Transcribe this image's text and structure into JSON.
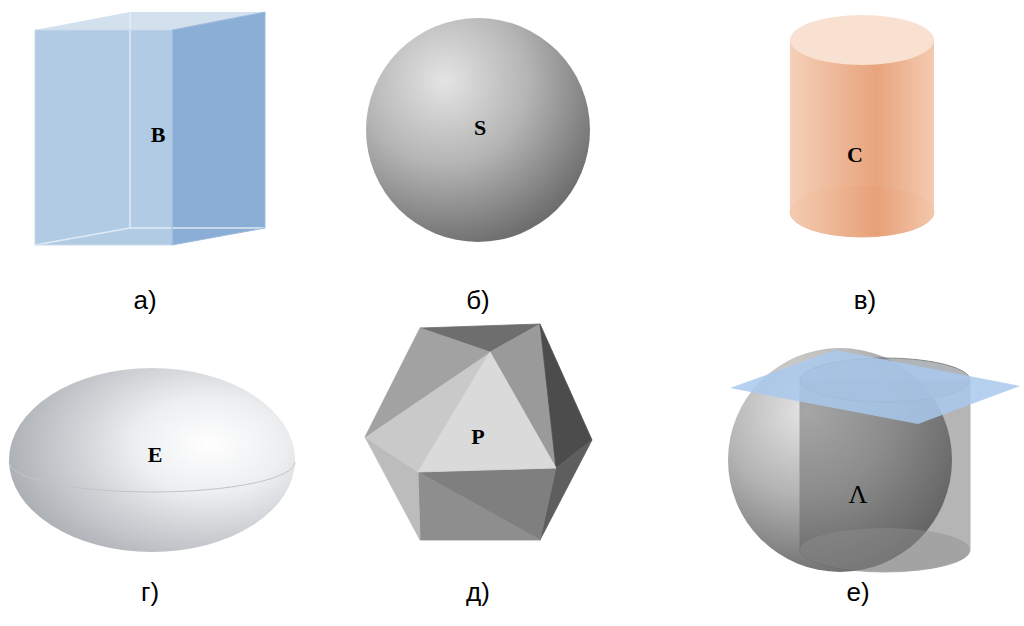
{
  "diagram": {
    "nodes": [
      {
        "text": [
          "B"
        ]
      },
      {
        "text": [
          "S"
        ]
      },
      {
        "text": [
          "C"
        ]
      },
      {
        "text": [
          "E"
        ]
      },
      {
        "text": [
          "P"
        ]
      },
      {
        "text": [
          "Λ"
        ]
      }
    ],
    "labels": [
      "а)",
      "б)",
      "в)",
      "г)",
      "д)",
      "е)"
    ]
  }
}
